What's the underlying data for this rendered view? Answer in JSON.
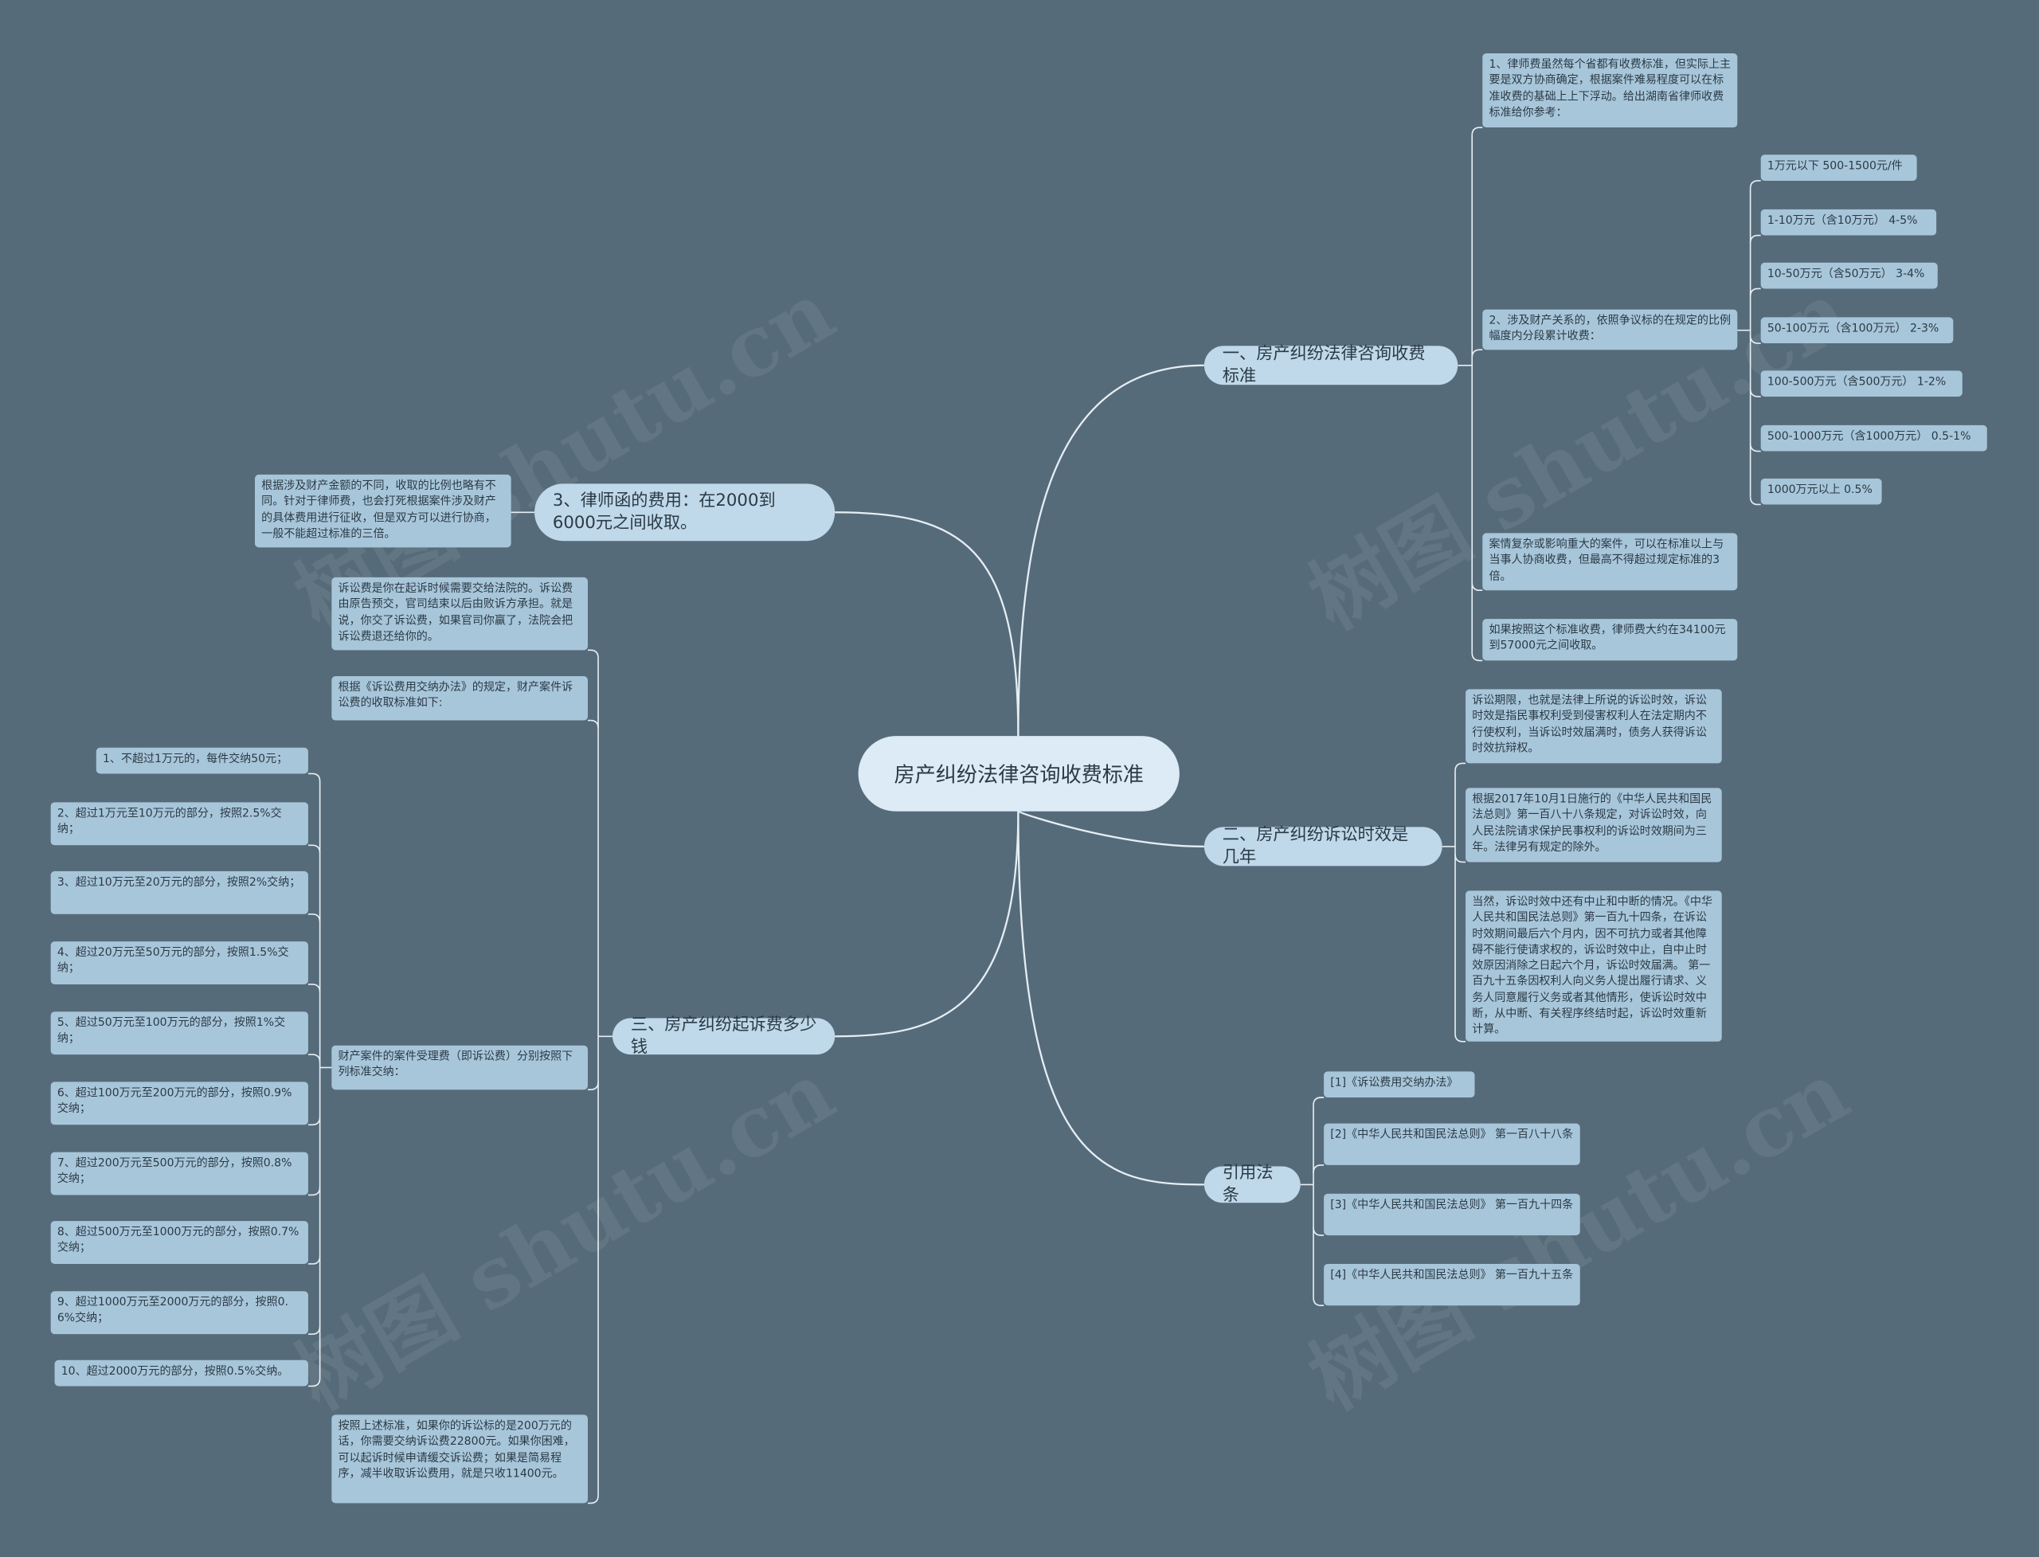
{
  "watermark": "树图 shutu.cn",
  "root": "房产纠纷法律咨询收费标准",
  "branch1": {
    "label": "一、房产纠纷法律咨询收费标准",
    "intro": "1、律师费虽然每个省都有收费标准，但实际上主要是双方协商确定，根据案件难易程度可以在标准收费的基础上上下浮动。给出湖南省律师收费标准给你参考：",
    "property": "2、涉及财产关系的，依照争议标的在规定的比例幅度内分段累计收费：",
    "tiers": [
      "1万元以下 500-1500元/件",
      "1-10万元（含10万元） 4-5%",
      "10-50万元（含50万元） 3-4%",
      "50-100万元（含100万元） 2-3%",
      "100-500万元（含500万元） 1-2%",
      "500-1000万元（含1000万元） 0.5-1%",
      "1000万元以上 0.5%"
    ],
    "complex": "案情复杂或影响重大的案件，可以在标准以上与当事人协商收费，但最高不得超过规定标准的3倍。",
    "estimate": "如果按照这个标准收费，律师费大约在34100元到57000元之间收取。"
  },
  "branch2": {
    "label": "二、房产纠纷诉讼时效是几年",
    "items": [
      "诉讼期限，也就是法律上所说的诉讼时效，诉讼时效是指民事权利受到侵害权利人在法定期内不行使权利，当诉讼时效届满时，债务人获得诉讼时效抗辩权。",
      "根据2017年10月1日施行的《中华人民共和国民法总则》第一百八十八条规定，对诉讼时效，向人民法院请求保护民事权利的诉讼时效期间为三年。法律另有规定的除外。",
      "当然，诉讼时效中还有中止和中断的情况。《中华人民共和国民法总则》第一百九十四条，在诉讼时效期间最后六个月内，因不可抗力或者其他障碍不能行使请求权的，诉讼时效中止，自中止时效原因消除之日起六个月，诉讼时效届满。 第一百九十五条因权利人向义务人提出履行请求、义务人同意履行义务或者其他情形，使诉讼时效中断，从中断、有关程序终结时起，诉讼时效重新计算。"
    ]
  },
  "branch3": {
    "label": "三、房产纠纷起诉费多少钱",
    "intro": "诉讼费是你在起诉时候需要交给法院的。诉讼费由原告预交，官司结束以后由败诉方承担。就是说，你交了诉讼费，如果官司你赢了，法院会把诉讼费退还给你的。",
    "basis": "根据《诉讼费用交纳办法》的规定，财产案件诉讼费的收取标准如下:",
    "standard": "财产案件的案件受理费（即诉讼费）分别按照下列标准交纳：",
    "tiers": [
      "1、不超过1万元的，每件交纳50元；",
      "2、超过1万元至10万元的部分，按照2.5%交纳；",
      "3、超过10万元至20万元的部分，按照2%交纳；",
      "4、超过20万元至50万元的部分，按照1.5%交纳；",
      "5、超过50万元至100万元的部分，按照1%交纳；",
      "6、超过100万元至200万元的部分，按照0.9%交纳；",
      "7、超过200万元至500万元的部分，按照0.8%交纳；",
      "8、超过500万元至1000万元的部分，按照0.7%交纳；",
      "9、超过1000万元至2000万元的部分，按照0.6%交纳；",
      "10、超过2000万元的部分，按照0.5%交纳。"
    ],
    "example": "按照上述标准，如果你的诉讼标的是200万元的话，你需要交纳诉讼费22800元。如果你困难，可以起诉时候申请缓交诉讼费；如果是简易程序，减半收取诉讼费用，就是只收11400元。"
  },
  "branch4": {
    "label": "3、律师函的费用：在2000到6000元之间收取。",
    "note": "根据涉及财产金额的不同，收取的比例也略有不同。针对于律师费，也会打死根据案件涉及财产的具体费用进行征收，但是双方可以进行协商，一般不能超过标准的三倍。"
  },
  "branch5": {
    "label": "引用法条",
    "items": [
      "[1]《诉讼费用交纳办法》",
      "[2]《中华人民共和国民法总则》 第一百八十八条",
      "[3]《中华人民共和国民法总则》 第一百九十四条",
      "[4]《中华人民共和国民法总则》 第一百九十五条"
    ]
  },
  "colors": {
    "background": "#566b7a",
    "leaf": "#a8c6da",
    "branch": "#bfd8ea",
    "root": "#dcebf5",
    "line": "#e6eef3"
  }
}
